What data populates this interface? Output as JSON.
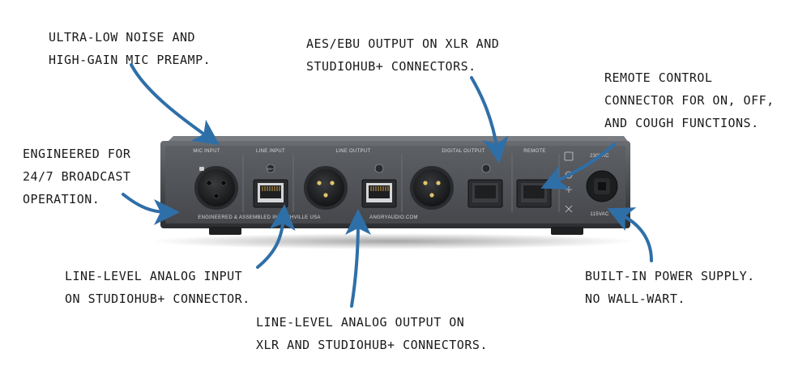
{
  "callouts": {
    "preamp": [
      "ULTRA-LOW NOISE AND",
      "HIGH-GAIN MIC PREAMP."
    ],
    "aes": [
      "AES/EBU OUTPUT ON XLR AND",
      "STUDIOHUB+ CONNECTORS."
    ],
    "remote": [
      "REMOTE CONTROL",
      "CONNECTOR FOR ON, OFF,",
      "AND COUGH FUNCTIONS."
    ],
    "engineered": [
      "ENGINEERED FOR",
      "24/7 BROADCAST",
      "OPERATION."
    ],
    "line_input": [
      "LINE-LEVEL ANALOG INPUT",
      "ON STUDIOHUB+ CONNECTOR."
    ],
    "line_output": [
      "LINE-LEVEL ANALOG OUTPUT ON",
      "XLR AND STUDIOHUB+ CONNECTORS."
    ],
    "power": [
      "BUILT-IN POWER SUPPLY.",
      "NO WALL-WART."
    ]
  },
  "panel": {
    "mic_input": "MIC INPUT",
    "line_input": "LINE INPUT",
    "line_output": "LINE OUTPUT",
    "digital_output": "DIGITAL OUTPUT",
    "remote": "REMOTE",
    "voltage_high": "230VAC",
    "voltage_low": "115VAC",
    "made_in": "ENGINEERED & ASSEMBLED IN NASHVILLE USA",
    "website": "ANGRYAUDIO.COM",
    "studiohub_badge": "SH+"
  },
  "colors": {
    "arrow": "#2f6fa8",
    "chassis": "#4a4c50",
    "panel_face": "#54575c",
    "jack": "#1f2022"
  }
}
